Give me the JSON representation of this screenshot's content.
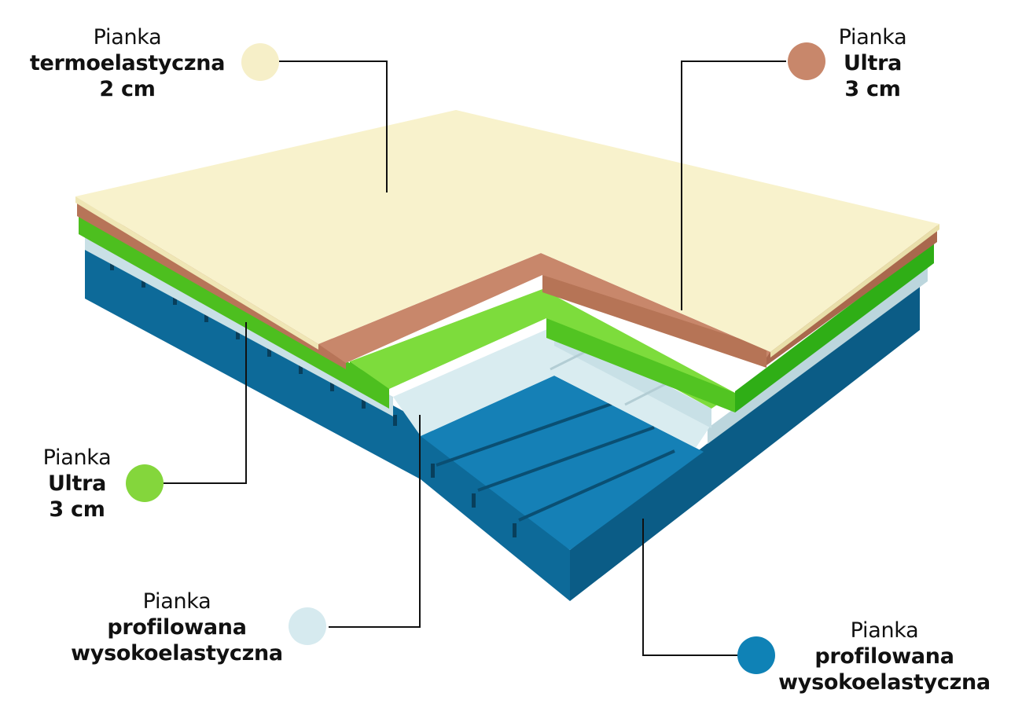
{
  "labels": [
    {
      "id": "topper",
      "line1": "Pianka",
      "line2": "termoelastyczna",
      "line3": "2 cm",
      "color": "#f6efc8"
    },
    {
      "id": "ultra-copper",
      "line1": "Pianka",
      "line2": "Ultra",
      "line3": "3 cm",
      "color": "#c8876b"
    },
    {
      "id": "ultra-green",
      "line1": "Pianka",
      "line2": "Ultra",
      "line3": "3 cm",
      "color": "#84d63c"
    },
    {
      "id": "profiled-light",
      "line1": "Pianka",
      "line2": "profilowana",
      "line3": "wysokoelastyczna",
      "color": "#d6eaef"
    },
    {
      "id": "profiled-blue",
      "line1": "Pianka",
      "line2": "profilowana",
      "line3": "wysokoelastyczna",
      "color": "#0f82b6"
    }
  ],
  "colors": {
    "topper_top": "#f8f2cc",
    "copper": "#c58367",
    "green": "#5fcb2a",
    "light_blue": "#d3e8ec",
    "blue": "#1176a8",
    "blue_dark": "#0b5c86",
    "leader_line": "#111111"
  }
}
